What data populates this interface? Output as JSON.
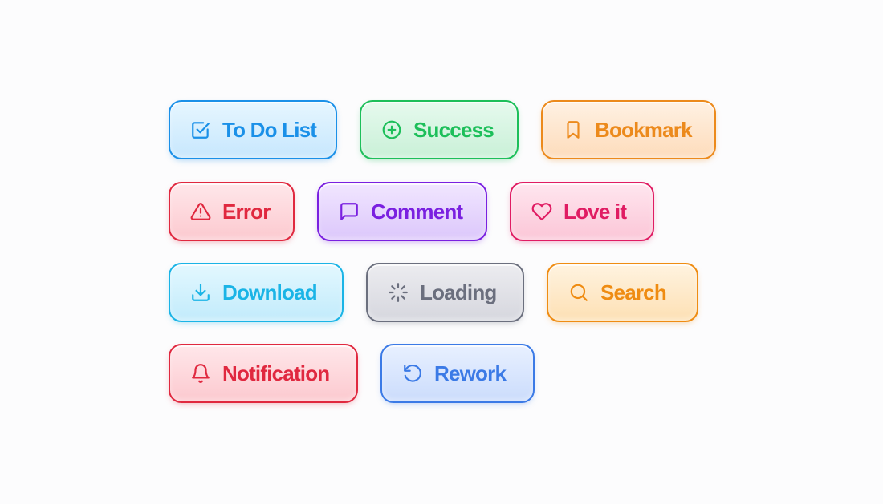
{
  "buttons": {
    "todo": {
      "label": "To Do List",
      "icon": "checkbox-icon",
      "color": "#1a90e8"
    },
    "success": {
      "label": "Success",
      "icon": "plus-circle-icon",
      "color": "#1dbf5a"
    },
    "bookmark": {
      "label": "Bookmark",
      "icon": "bookmark-icon",
      "color": "#ec8a1c"
    },
    "error": {
      "label": "Error",
      "icon": "warning-triangle-icon",
      "color": "#e0283f"
    },
    "comment": {
      "label": "Comment",
      "icon": "chat-bubble-icon",
      "color": "#7a20e0"
    },
    "love": {
      "label": "Love it",
      "icon": "heart-icon",
      "color": "#e01c63"
    },
    "download": {
      "label": "Download",
      "icon": "download-icon",
      "color": "#1ab4e6"
    },
    "loading": {
      "label": "Loading",
      "icon": "spinner-icon",
      "color": "#6b6f7e"
    },
    "search": {
      "label": "Search",
      "icon": "search-icon",
      "color": "#ef8c12"
    },
    "notification": {
      "label": "Notification",
      "icon": "bell-icon",
      "color": "#e0283f"
    },
    "rework": {
      "label": "Rework",
      "icon": "rotate-ccw-icon",
      "color": "#3b7ae6"
    }
  }
}
